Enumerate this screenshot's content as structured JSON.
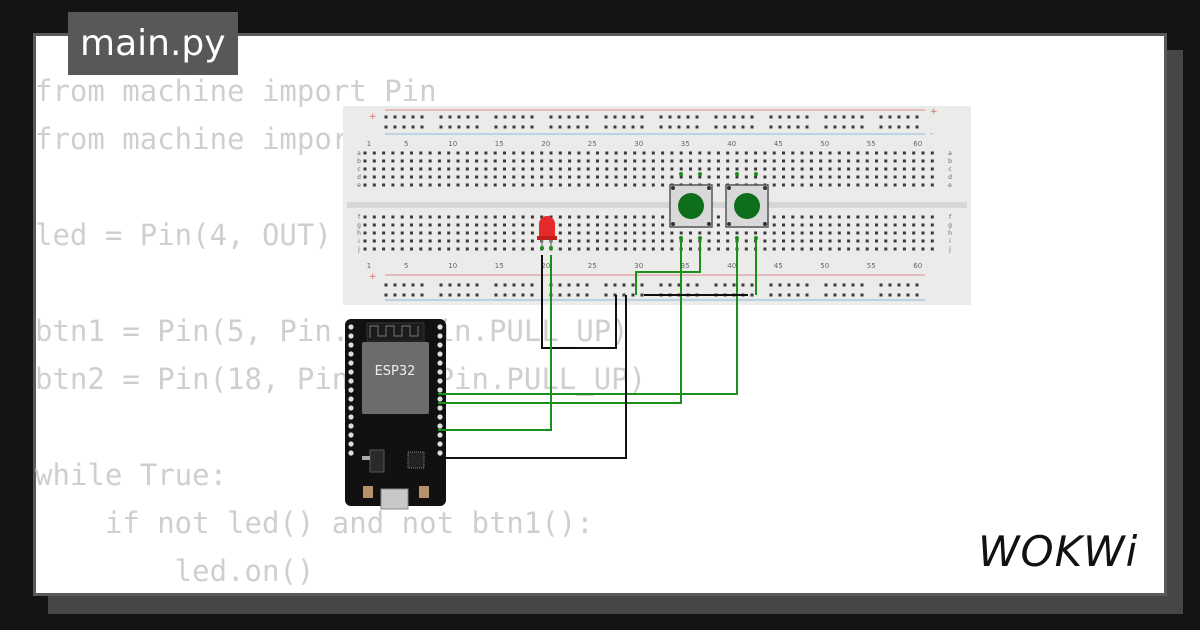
{
  "editor": {
    "filename": "main.py",
    "code_lines": [
      "from machine import Pin",
      "from machine import Pin",
      "",
      "led = Pin(4, OUT)",
      "",
      "btn1 = Pin(5, Pin.IN, Pin.PULL_UP)",
      "btn2 = Pin(18, Pin.IN, Pin.PULL_UP)",
      "",
      "while True:",
      "    if not led() and not btn1():",
      "        led.on()"
    ]
  },
  "diagram": {
    "breadboard": {
      "column_numbers": [
        "1",
        "5",
        "10",
        "15",
        "20",
        "25",
        "30",
        "35",
        "40",
        "45",
        "50",
        "55",
        "60"
      ],
      "row_letters_top": [
        "a",
        "b",
        "c",
        "d",
        "e"
      ],
      "row_letters_bottom": [
        "f",
        "g",
        "h",
        "i",
        "j"
      ],
      "plus_label": "+",
      "minus_label": "-"
    },
    "esp32_label": "ESP32",
    "colors": {
      "breadboard": "#ebebea",
      "wire_green": "#1a8f1a",
      "wire_black": "#111111",
      "led": "#e52a2a",
      "button_cap": "#0d6e1c"
    }
  },
  "brand": {
    "logo_text": "WOKWi"
  }
}
